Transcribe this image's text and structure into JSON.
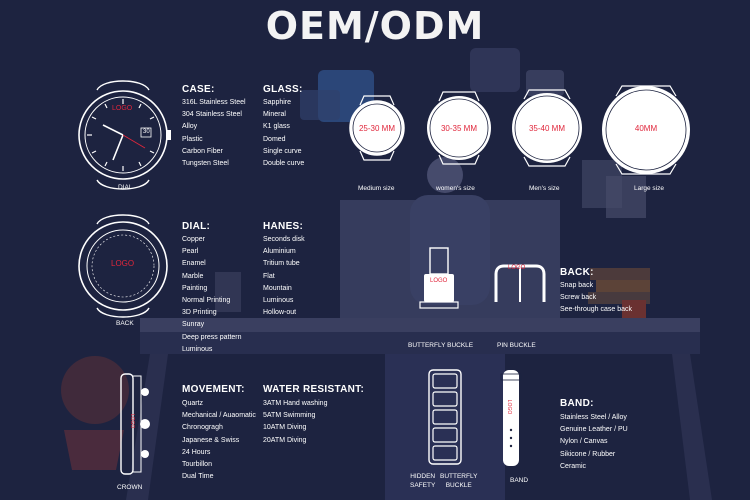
{
  "title": "OEM/ODM",
  "case": {
    "heading": "CASE:",
    "items": [
      "316L Stainless Steel",
      "304 Stainless Steel",
      "Alloy",
      "Plastic",
      "Carbon Fiber",
      "Tungsten Steel"
    ]
  },
  "glass": {
    "heading": "GLASS:",
    "items": [
      "Sapphire",
      "Mineral",
      "K1 glass",
      "Domed",
      "Single curve",
      "Double curve"
    ]
  },
  "dial": {
    "heading": "DIAL:",
    "items": [
      "Copper",
      "Pearl",
      "Enamel",
      "Marble",
      "Painting",
      "Normal Printing",
      "3D Printing",
      "Sunray",
      "Deep press pattern",
      "Luminous"
    ]
  },
  "hands": {
    "heading": "HANES:",
    "items": [
      "Seconds disk",
      "Aluminium",
      "Tritium tube",
      "Flat",
      "Mountain",
      "Luminous",
      "Hollow-out"
    ]
  },
  "movement": {
    "heading": "MOVEMENT:",
    "items": [
      "Quartz",
      "Mechanical / Auaomatic",
      "Chronogragh",
      "Japanese & Swiss",
      "24 Hours",
      "Tourbillon",
      "Dual Time"
    ]
  },
  "water": {
    "heading": "WATER RESISTANT:",
    "items": [
      "3ATM Hand washing",
      "5ATM Swimming",
      "10ATM Diving",
      "20ATM Diving"
    ]
  },
  "back": {
    "heading": "BACK:",
    "items": [
      "Snap back",
      "Screw back",
      "See-through case back"
    ]
  },
  "band": {
    "heading": "BAND:",
    "items": [
      "Stainless Steel / Alloy",
      "Genuine Leather / PU",
      "Nylon / Canvas",
      "Sikicone / Rubber",
      "Ceramic"
    ]
  },
  "captions": {
    "dial": "DIAL",
    "back": "BACK",
    "crown": "CROWN",
    "butterfly_buckle": "BUTTERFLY  BUCKLE",
    "pin_buckle": "PIN BUCKLE",
    "hidden_safety_line1": "HIDDEN",
    "hidden_safety_line2": "SAFETY",
    "butterfly_line1": "BUTTERFLY",
    "butterfly_line2": "BUCKLE",
    "band": "BAND"
  },
  "sizes": [
    {
      "range": "25-30 MM",
      "label": "Medium size"
    },
    {
      "range": "30-35 MM",
      "label": "women's size"
    },
    {
      "range": "35-40 MM",
      "label": "Men's size"
    },
    {
      "range": "40MM",
      "label": "Large size"
    }
  ],
  "logo_text": "LOGO",
  "date_window": "30",
  "colors": {
    "background": "#1d2340",
    "accent_red": "#e0263b",
    "line": "#ffffff"
  }
}
